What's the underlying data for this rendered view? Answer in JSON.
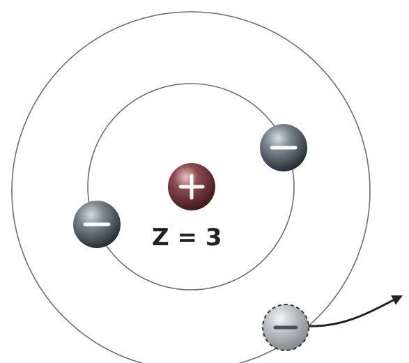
{
  "diagram": {
    "atomic_number_label": "Z = 3",
    "nucleus": {
      "charge_symbol": "+"
    },
    "electrons": [
      {
        "id": "inner-left",
        "charge_symbol": "−",
        "state": "bound"
      },
      {
        "id": "inner-right",
        "charge_symbol": "−",
        "state": "bound"
      },
      {
        "id": "outer-ejected",
        "charge_symbol": "−",
        "state": "ejected"
      }
    ],
    "colors": {
      "orbit": "#6e6e6e",
      "nucleus": "#7a2a2e",
      "electron": "#3c4650",
      "ejected_electron": "#9aa0a6",
      "arrow": "#222222"
    }
  }
}
